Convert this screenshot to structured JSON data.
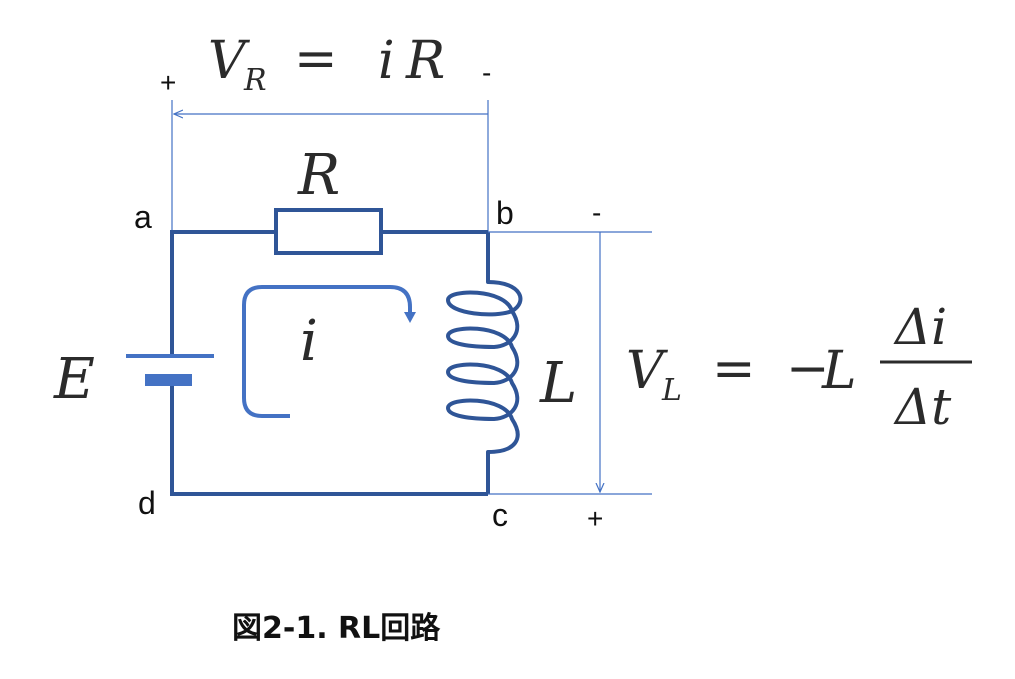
{
  "colors": {
    "wire": "#2f5597",
    "dimension": "#4472c4",
    "battery_plate": "#4472c4",
    "text": "#111111",
    "math": "#2b2b2b"
  },
  "formula_vr": {
    "v": "V",
    "sub": "R",
    "eq": "=",
    "rhs_i": "i",
    "rhs_r": "R"
  },
  "formula_vl": {
    "v": "V",
    "sub": "L",
    "eq": "=",
    "minus": "−",
    "l": "L",
    "num": "Δi",
    "den": "Δt"
  },
  "labels": {
    "resistor": "R",
    "inductor": "L",
    "source": "E",
    "current": "i"
  },
  "nodes": {
    "a": "a",
    "b": "b",
    "c": "c",
    "d": "d"
  },
  "signs": {
    "vr_left": "+",
    "vr_right": "-",
    "vl_top": "-",
    "vl_bottom": "+"
  },
  "caption": "図2-1. RL回路"
}
